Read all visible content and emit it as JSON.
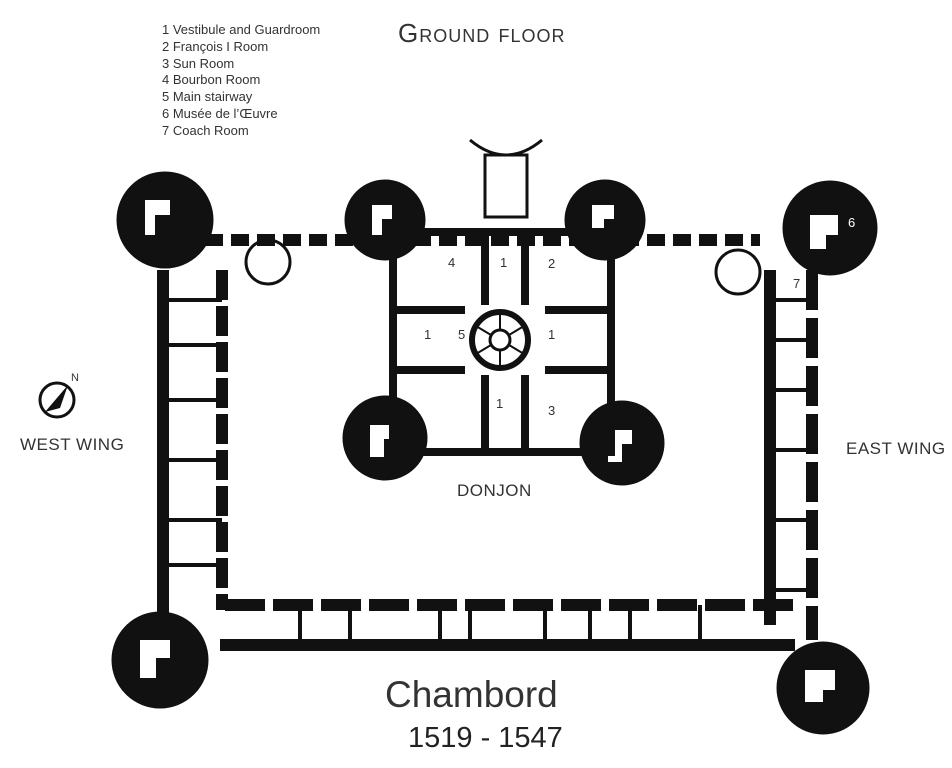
{
  "heading": "Ground floor",
  "legend": [
    "1 Vestibule and Guardroom",
    "2 François I Room",
    "3 Sun Room",
    "4 Bourbon Room",
    "5 Main stairway",
    "6 Musée de l’Œuvre",
    "7 Coach Room"
  ],
  "labels": {
    "west_wing": "WEST WING",
    "east_wing": "EAST WING",
    "donjon": "DONJON",
    "compass_n": "N"
  },
  "room_numbers": {
    "n4": "4",
    "n1_top": "1",
    "n2": "2",
    "n1_left": "1",
    "n5": "5",
    "n1_right": "1",
    "n1_bottom": "1",
    "n3": "3",
    "n7": "7",
    "n6": "6"
  },
  "title": "Chambord",
  "dates": "1519 - 1547",
  "colors": {
    "ink": "#111111",
    "paper": "#ffffff"
  }
}
